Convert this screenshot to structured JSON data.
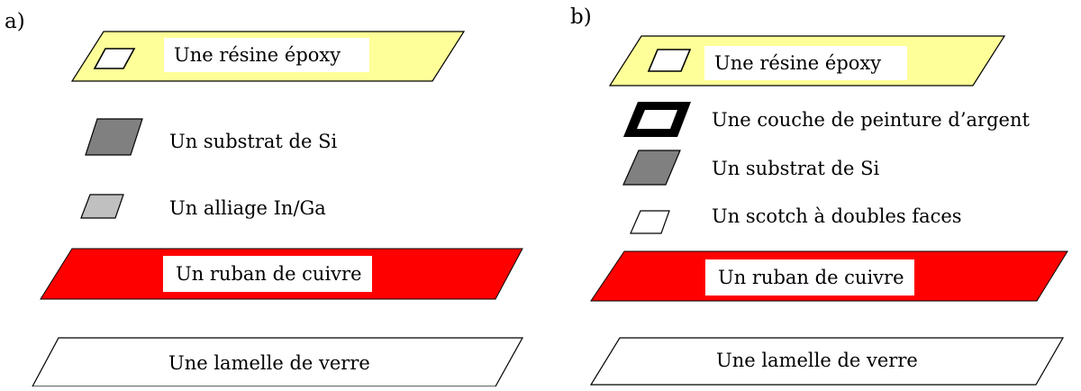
{
  "panels": [
    {
      "label": "a)",
      "layers": [
        {
          "label": "Une résine époxy",
          "swatch": "outline-white"
        },
        {
          "label": "Un substrat de Si",
          "swatch": "dark-gray"
        },
        {
          "label": "Un alliage In/Ga",
          "swatch": "light-gray"
        },
        {
          "label": "Un ruban de cuivre",
          "swatch": "red-band"
        },
        {
          "label": "Une lamelle de verre",
          "swatch": "white-band"
        }
      ]
    },
    {
      "label": "b)",
      "layers": [
        {
          "label": "Une résine époxy",
          "swatch": "outline-white"
        },
        {
          "label": "Une couche de peinture d’argent",
          "swatch": "thick-black-outline"
        },
        {
          "label": "Un substrat de Si",
          "swatch": "dark-gray"
        },
        {
          "label": "Un scotch à doubles faces",
          "swatch": "outline-white"
        },
        {
          "label": "Un ruban de cuivre",
          "swatch": "red-band"
        },
        {
          "label": "Une lamelle de verre",
          "swatch": "white-band"
        }
      ]
    }
  ],
  "colors": {
    "epoxy_band": "#ffff99",
    "copper_band": "#ff0000",
    "si_dark": "#808080",
    "ingaa_light": "#c0c0c0",
    "outline": "#000000",
    "label_bg": "#ffffff"
  }
}
